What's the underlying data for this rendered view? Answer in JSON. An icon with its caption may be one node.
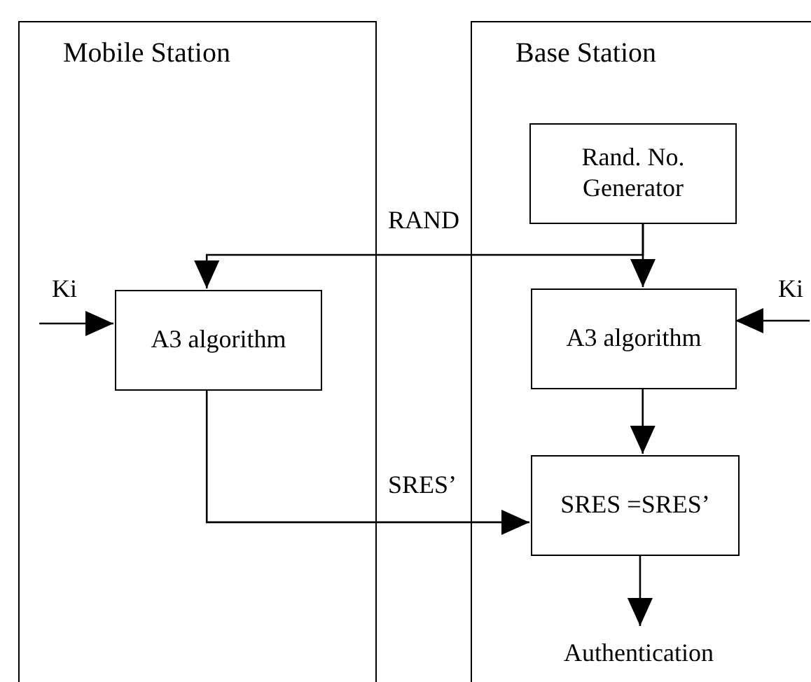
{
  "diagram": {
    "nodes": [
      {
        "text": [
          "Mobile Station"
        ]
      },
      {
        "text": [
          "Base Station"
        ]
      },
      {
        "text": [
          "Rand. No. Generator"
        ],
        "in": 1
      },
      {
        "text": [
          "Ki"
        ],
        "in": 0
      },
      {
        "text": [
          "A3 algorithm"
        ],
        "in": 0
      },
      {
        "text": [
          "A3 algorithm"
        ],
        "in": 1
      },
      {
        "text": [
          "Ki"
        ],
        "in": 1
      },
      {
        "text": [
          "SRES =SRES’"
        ],
        "in": 1
      },
      {
        "text": [
          "Authentication"
        ],
        "in": 1
      }
    ],
    "edges": [
      {
        "from": 2,
        "to": 4,
        "arrow": "to",
        "label": "RAND"
      },
      {
        "from": 2,
        "to": 5,
        "arrow": "to"
      },
      {
        "from": 3,
        "to": 4,
        "arrow": "to"
      },
      {
        "from": 6,
        "to": 5,
        "arrow": "to"
      },
      {
        "from": 5,
        "to": 7,
        "arrow": "to"
      },
      {
        "from": 4,
        "to": 7,
        "arrow": "to",
        "label": "SRES’"
      },
      {
        "from": 7,
        "to": 8,
        "arrow": "to"
      }
    ]
  }
}
